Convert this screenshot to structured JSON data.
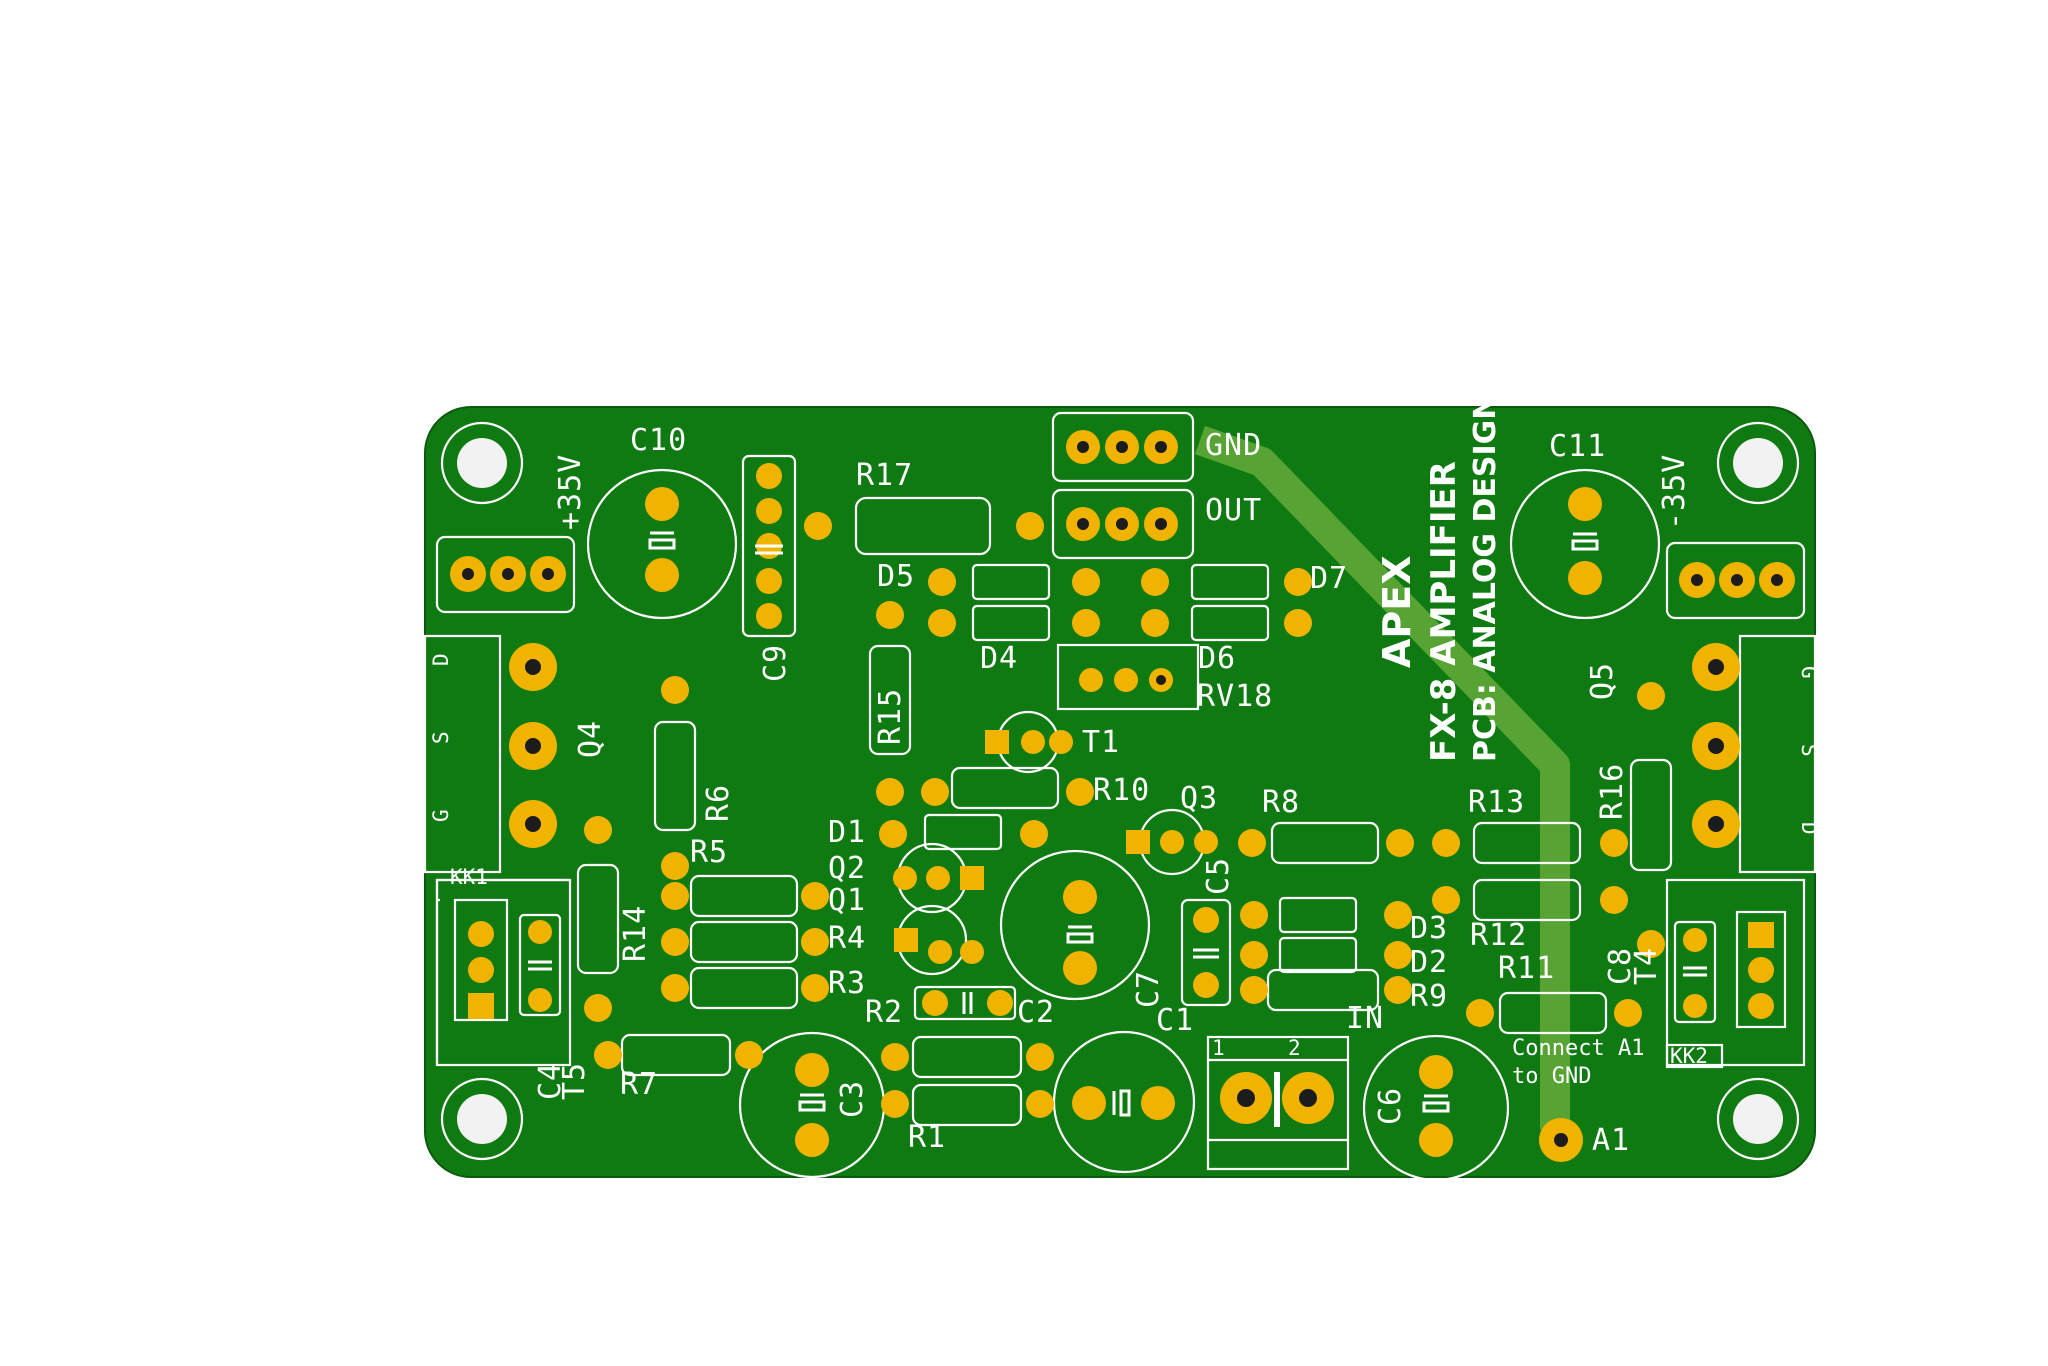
{
  "board": {
    "title": "APEX",
    "subtitle": "FX-8 AMPLIFIER",
    "credit": "PCB: ANALOG DESIGN",
    "note_line1": "Connect A1",
    "note_line2": "to GND",
    "colors": {
      "board": "#0f7a12",
      "pad": "#f0b400",
      "silk": "#ffffff",
      "trace": "#5fa83a"
    }
  },
  "labels": {
    "C10": "C10",
    "C11": "C11",
    "plus35": "+35V",
    "minus35": "-35V",
    "GND": "GND",
    "OUT": "OUT",
    "R17": "R17",
    "C9": "C9",
    "D5": "D5",
    "D4": "D4",
    "D7": "D7",
    "D6": "D6",
    "RV18": "RV18",
    "Q4": "Q4",
    "Q5": "Q5",
    "R15": "R15",
    "T1": "T1",
    "R6": "R6",
    "R10": "R10",
    "Q3": "Q3",
    "R8": "R8",
    "R13": "R13",
    "R16": "R16",
    "D1": "D1",
    "R5": "R5",
    "Q2": "Q2",
    "Q1": "Q1",
    "R4": "R4",
    "R3": "R3",
    "C5": "C5",
    "D3": "D3",
    "D2": "D2",
    "R12": "R12",
    "R11": "R11",
    "R9": "R9",
    "R14": "R14",
    "KK1": "KK1",
    "KK2": "KK2",
    "C7": "C7",
    "C1": "C1",
    "C2": "C2",
    "R2": "R2",
    "R1": "R1",
    "C3": "C3",
    "R7": "R7",
    "C4": "C4",
    "T5": "T5",
    "C6": "C6",
    "C8": "C8",
    "T4": "T4",
    "IN": "IN",
    "A1": "A1",
    "pinD": "D",
    "pinS": "S",
    "pinG": "G",
    "term1": "1",
    "term2": "2"
  }
}
